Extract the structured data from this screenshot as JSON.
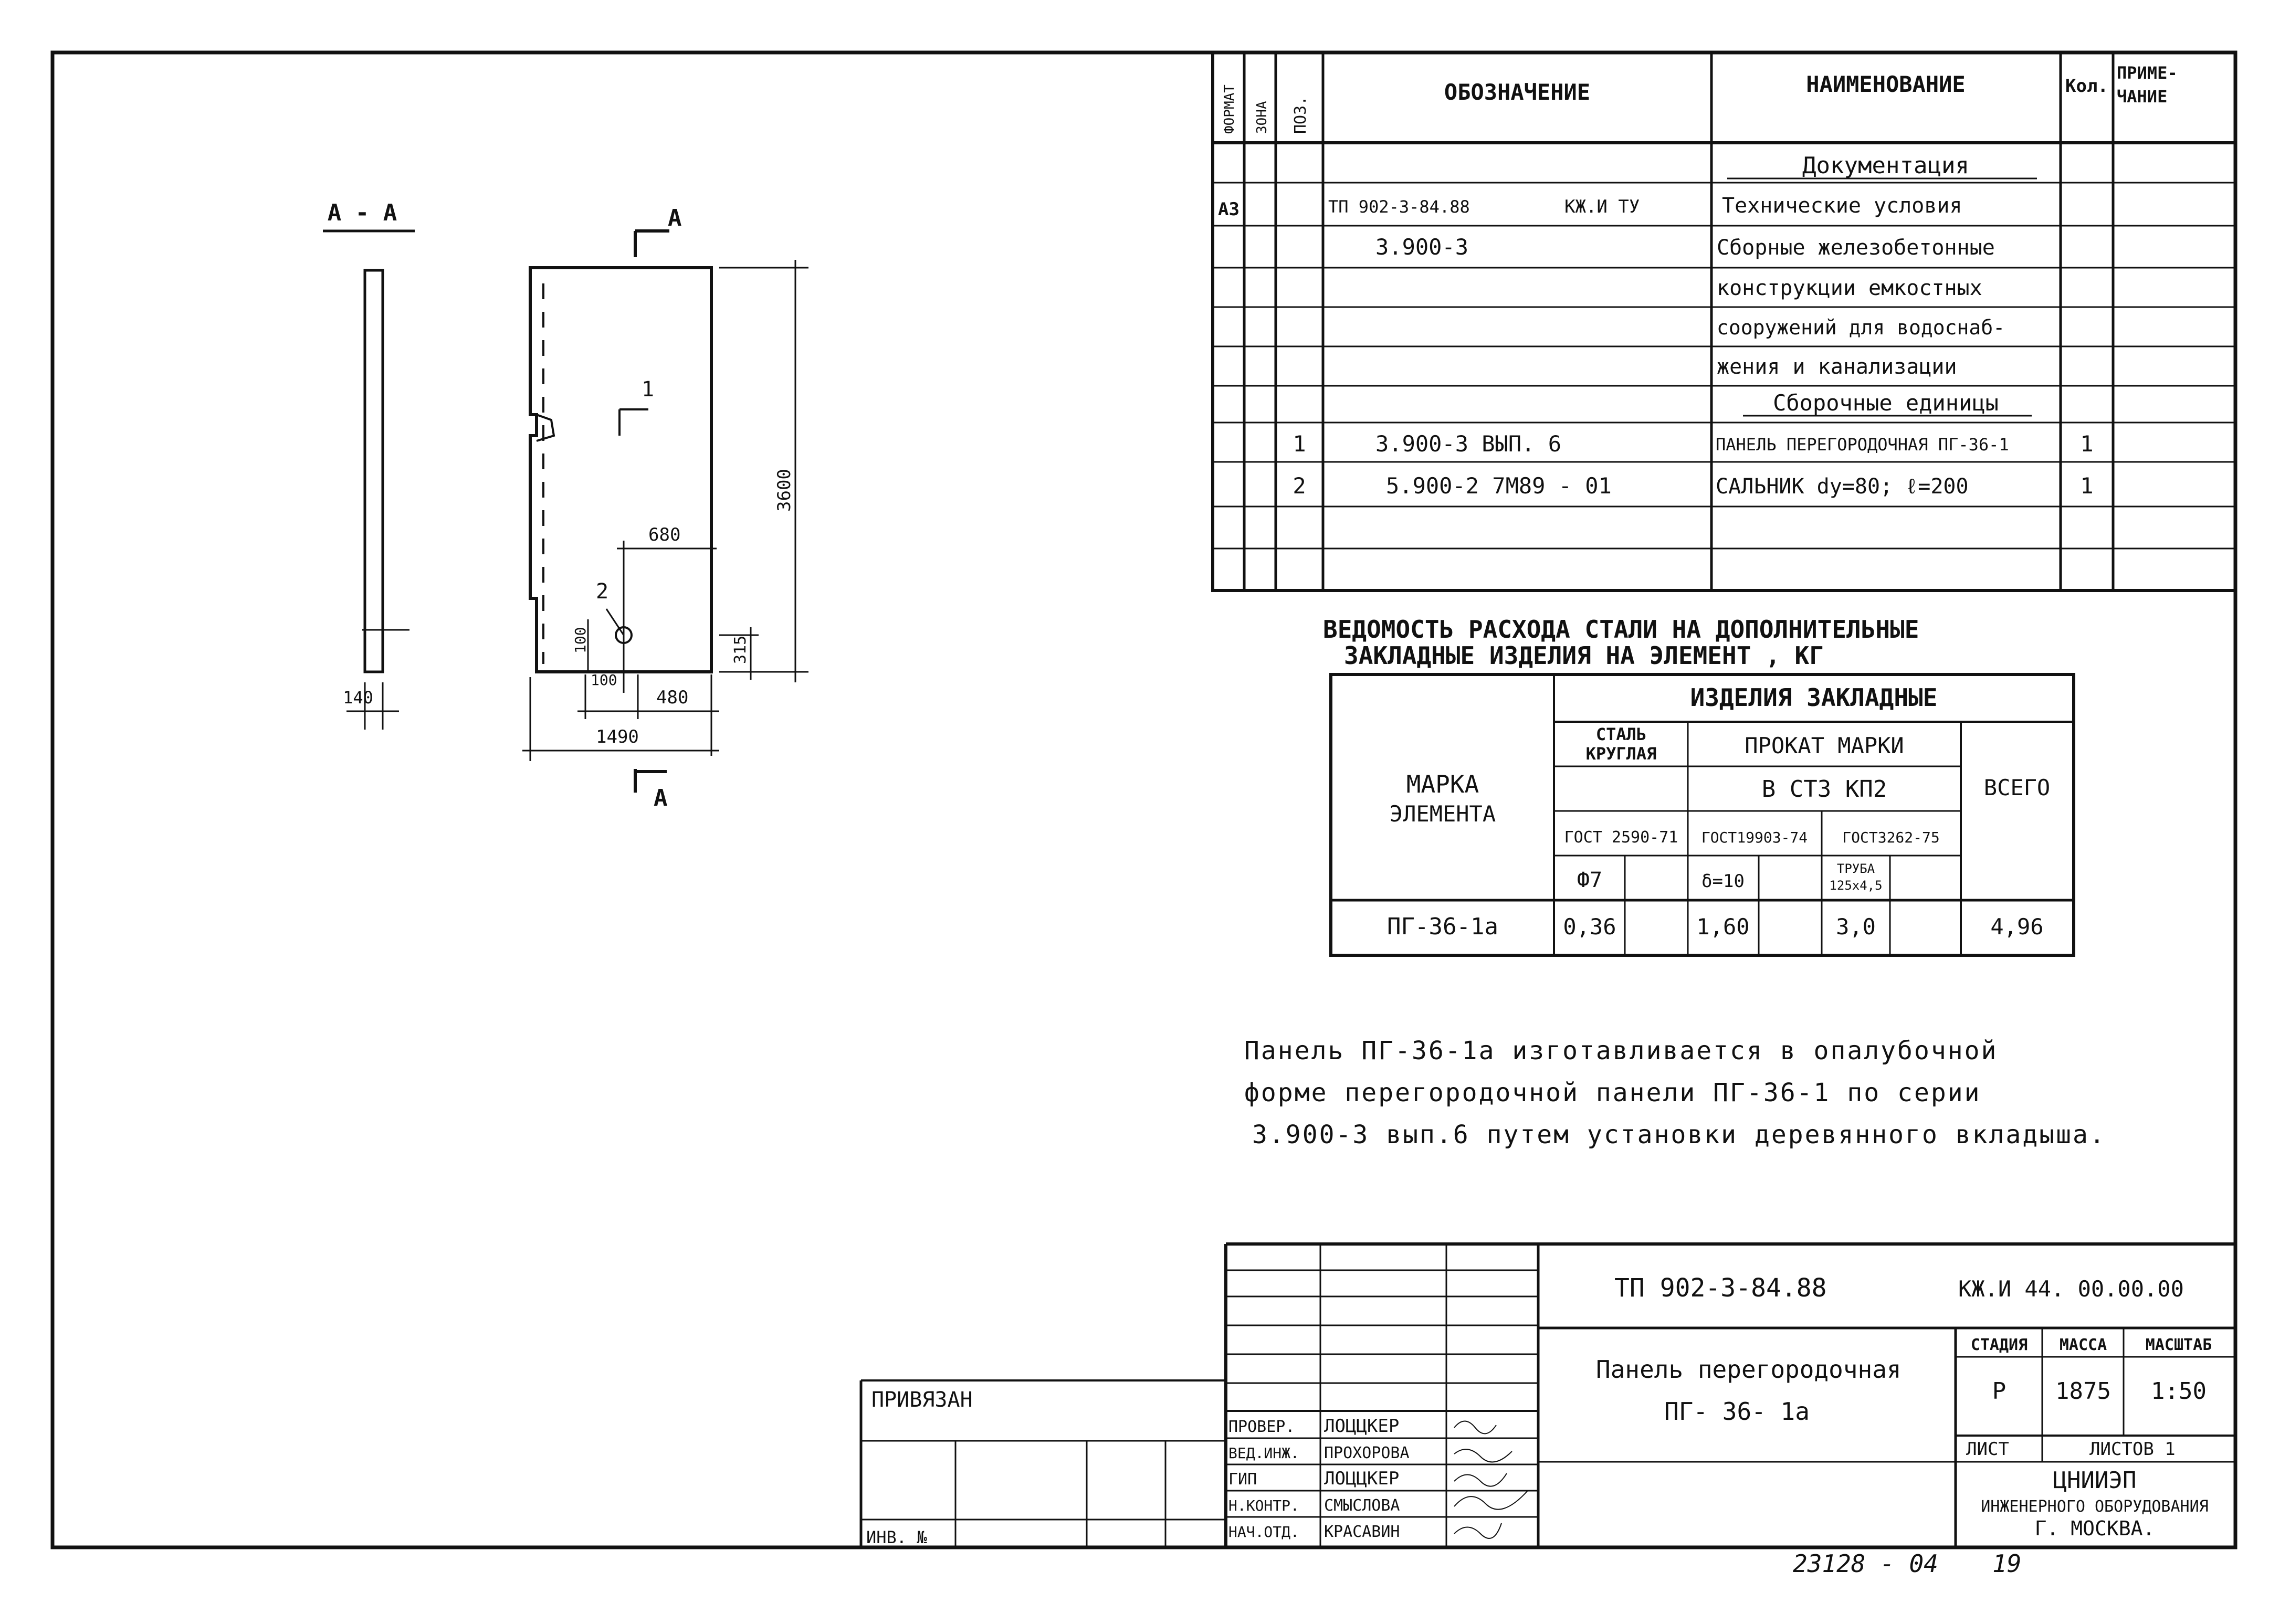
{
  "spec": {
    "headers": {
      "format": "ФОРМАТ",
      "zone": "ЗОНА",
      "pos": "ПОЗ.",
      "designation": "ОБОЗНАЧЕНИЕ",
      "name": "НАИМЕНОВАНИЕ",
      "qty": "Кол.",
      "note_line1": "ПРИМЕ-",
      "note_line2": "ЧАНИЕ"
    },
    "rows": [
      {
        "format": "",
        "pos": "",
        "designation": "",
        "name": "Документация",
        "qty": ""
      },
      {
        "format": "А3",
        "pos": "",
        "designation": "ТП 902-3-84.88",
        "designation_extra": "КЖ.И ТУ",
        "name": "Технические условия",
        "qty": ""
      },
      {
        "format": "",
        "pos": "",
        "designation": "3.900-3",
        "name": "Сборные железобетонные",
        "qty": ""
      },
      {
        "format": "",
        "pos": "",
        "designation": "",
        "name": "конструкции емкостных",
        "qty": ""
      },
      {
        "format": "",
        "pos": "",
        "designation": "",
        "name": "сооружений для водоснаб-",
        "qty": ""
      },
      {
        "format": "",
        "pos": "",
        "designation": "",
        "name": "жения и канализации",
        "qty": ""
      },
      {
        "format": "",
        "pos": "",
        "designation": "",
        "name": "Сборочные единицы",
        "qty": ""
      },
      {
        "format": "",
        "pos": "1",
        "designation": "3.900-3   ВЫП. 6",
        "name": "ПАНЕЛЬ ПЕРЕГОРОДОЧНАЯ ПГ-36-1",
        "qty": "1"
      },
      {
        "format": "",
        "pos": "2",
        "designation": "5.900-2   7М89 - 01",
        "name": "САЛЬНИК dу=80; ℓ=200",
        "qty": "1"
      },
      {
        "format": "",
        "pos": "",
        "designation": "",
        "name": "",
        "qty": ""
      },
      {
        "format": "",
        "pos": "",
        "designation": "",
        "name": "",
        "qty": ""
      }
    ]
  },
  "steel": {
    "title_line1": "ВЕДОМОСТЬ РАСХОДА СТАЛИ НА ДОПОЛНИТЕЛЬНЫЕ",
    "title_line2": "ЗАКЛАДНЫЕ ИЗДЕЛИЯ НА ЭЛЕМЕНТ , КГ",
    "mark_line1": "МАРКА",
    "mark_line2": "ЭЛЕМЕНТА",
    "group": "ИЗДЕЛИЯ ЗАКЛАДНЫЕ",
    "round_line1": "СТАЛЬ",
    "round_line2": "КРУГЛАЯ",
    "rolled": "ПРОКАТ МАРКИ",
    "grade": "В СТ3 КП2",
    "total": "ВСЕГО",
    "gost1": "ГОСТ 2590-71",
    "gost2": "ГОСТ19903-74",
    "gost3": "ГОСТ3262-75",
    "size1": "Ф7",
    "size2": "δ=10",
    "size3_line1": "ТРУБА",
    "size3_line2": "125x4,5",
    "row": {
      "mark": "ПГ-36-1а",
      "v1": "0,36",
      "v2": "1,60",
      "v3": "3,0",
      "total": "4,96"
    }
  },
  "note": {
    "line1": "Панель ПГ-36-1а изготавливается в опалубочной",
    "line2": "форме перегородочной панели ПГ-36-1 по серии",
    "line3": "3.900-3 вып.6 путем установки деревянного вкладыша."
  },
  "drawing": {
    "section_title": "А - А",
    "cut_label": "А",
    "pos1": "1",
    "pos2": "2",
    "dim_height": "3600",
    "dim_width": "1490",
    "dim_680": "680",
    "dim_480": "480",
    "dim_315": "315",
    "dim_100a": "100",
    "dim_100b": "100",
    "dim_140": "140"
  },
  "stamp": {
    "doc_code": "ТП 902-3-84.88",
    "sheet_code": "КЖ.И 44. 00.00.00",
    "title_line1": "Панель перегородочная",
    "title_line2": "ПГ- 36- 1а",
    "stage_h": "СТАДИЯ",
    "mass_h": "МАССА",
    "scale_h": "МАСШТАБ",
    "stage": "Р",
    "mass": "1875",
    "scale": "1:50",
    "sheet_label": "ЛИСТ",
    "sheets_label": "ЛИСТОВ 1",
    "org_line1": "ЦНИИЭП",
    "org_line2": "ИНЖЕНЕРНОГО ОБОРУДОВАНИЯ",
    "org_line3": "Г. МОСКВА.",
    "bound": "ПРИВЯЗАН",
    "inv": "ИНВ. №",
    "roles": [
      {
        "role": "ПРОВЕР.",
        "name": "ЛОЦЦКЕР"
      },
      {
        "role": "ВЕД.ИНЖ.",
        "name": "ПРОХОРОВА"
      },
      {
        "role": "ГИП",
        "name": "ЛОЦЦКЕР"
      },
      {
        "role": "Н.КОНТР.",
        "name": "СМЫСЛОВА"
      },
      {
        "role": "НАЧ.ОТД.",
        "name": "КРАСАВИН"
      }
    ]
  },
  "footer": {
    "archive": "23128 - 04",
    "page": "19"
  }
}
